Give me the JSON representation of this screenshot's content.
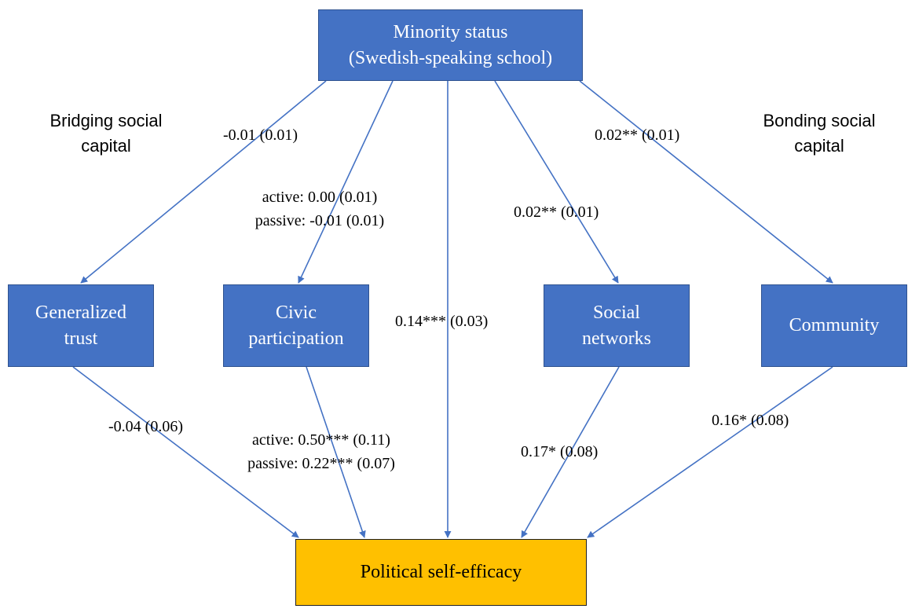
{
  "nodes": {
    "minority": "Minority status\n(Swedish-speaking school)",
    "trust": "Generalized\ntrust",
    "civic": "Civic\nparticipation",
    "social": "Social\nnetworks",
    "community": "Community",
    "efficacy": "Political self-efficacy"
  },
  "groups": {
    "bridging": "Bridging social\ncapital",
    "bonding": "Bonding social\ncapital"
  },
  "paths": {
    "minority_trust": "-0.01 (0.01)",
    "minority_civic": "active: 0.00 (0.01)\npassive: -0.01 (0.01)",
    "minority_efficacy": "0.14*** (0.03)",
    "minority_social": "0.02** (0.01)",
    "minority_community": "0.02** (0.01)",
    "trust_efficacy": "-0.04 (0.06)",
    "civic_efficacy": "active: 0.50*** (0.11)\npassive: 0.22*** (0.07)",
    "social_efficacy": "0.17* (0.08)",
    "community_efficacy": "0.16* (0.08)"
  },
  "colors": {
    "node_fill": "#4472c4",
    "node_border": "#2f528f",
    "outcome_fill": "#ffc000",
    "arrow": "#4472c4"
  }
}
